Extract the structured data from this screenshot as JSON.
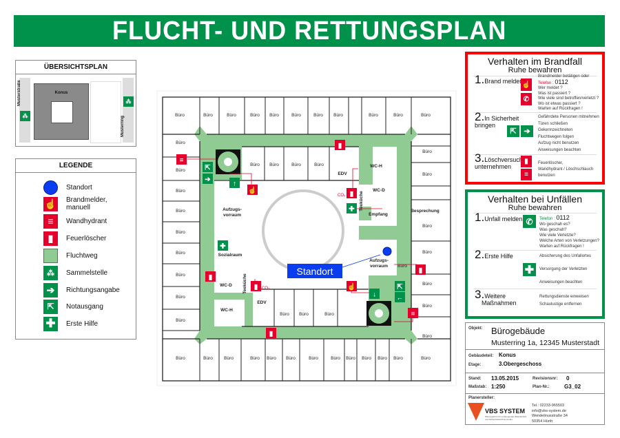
{
  "header": {
    "title": "FLUCHT- UND RETTUNGSPLAN"
  },
  "overview": {
    "title": "ÜBERSICHTSPLAN",
    "building": "Konus",
    "street_left": "Musterstraße",
    "street_right": "Musterring"
  },
  "legend": {
    "title": "LEGENDE",
    "items": [
      {
        "label": "Standort",
        "icon": "location-dot"
      },
      {
        "label": "Brandmelder, manuell",
        "icon": "fire-alarm-sign"
      },
      {
        "label": "Wandhydrant",
        "icon": "wall-hydrant-sign"
      },
      {
        "label": "Feuerlöscher",
        "icon": "fire-extinguisher-sign"
      },
      {
        "label": "Fluchtweg",
        "icon": "escape-route-swatch"
      },
      {
        "label": "Sammelstelle",
        "icon": "assembly-point-sign"
      },
      {
        "label": "Richtungsangabe",
        "icon": "direction-arrow-sign"
      },
      {
        "label": "Notausgang",
        "icon": "emergency-exit-sign"
      },
      {
        "label": "Erste Hilfe",
        "icon": "first-aid-sign"
      }
    ]
  },
  "fire": {
    "title": "Verhalten im Brandfall",
    "subtitle": "Ruhe bewahren",
    "s1": {
      "num": "1.",
      "label": "Brand melden",
      "pre": "Brandmelder betätigen oder",
      "tel_label": "Telefon :",
      "tel": "0112",
      "q": [
        "Wer meldet ?",
        "Was ist passiert ?",
        "Wie viele sind betroffen/verletzt ?",
        "Wo ist etwas passiert ?",
        "Warten auf Rückfragen !"
      ]
    },
    "s2": {
      "num": "2.",
      "label1": "In Sicherheit",
      "label2": "bringen",
      "lines": [
        "Gefährdete Personen mitnehmen",
        "Türen schließen",
        "Gekennzeichneten",
        "Fluchtwegen folgen",
        "Aufzug nicht benutzen",
        "Anweisungen beachten"
      ]
    },
    "s3": {
      "num": "3.",
      "label1": "Löschversuch",
      "label2": "unternehmen",
      "lines": [
        "Feuerlöscher,",
        "Wandhydrant / Löschschlauch",
        "benutzen"
      ]
    }
  },
  "accident": {
    "title": "Verhalten bei Unfällen",
    "subtitle": "Ruhe bewahren",
    "s1": {
      "num": "1.",
      "label": "Unfall melden",
      "tel_label": "Telefon :",
      "tel": "0112",
      "q": [
        "Wo geschah es?",
        "Was geschah?",
        "Wie viele Verletzte?",
        "Welche Arten von Verletzungen?",
        "Warten auf Rückfragen !"
      ]
    },
    "s2": {
      "num": "2.",
      "label": "Erste Hilfe",
      "lines": [
        "Absicherung des Unfallortes",
        "Versorgung der Verletzten",
        "Anweisungen beachten"
      ]
    },
    "s3": {
      "num": "3.",
      "label1": "Weitere",
      "label2": "Maßnahmen",
      "lines": [
        "Rettungsdienste einweisen",
        "Schaulustige entfernen"
      ]
    }
  },
  "info": {
    "objekt_label": "Objekt:",
    "objekt": "Bürogebäude",
    "address": "Musterring 1a, 12345 Musterstadt",
    "gebaeude_label": "Gebäudeteil:",
    "gebaeude": "Konus",
    "etage_label": "Etage:",
    "etage": "3.Obergeschoss",
    "stand_label": "Stand:",
    "stand": "13.05.2015",
    "rev_label": "Revisionsnr:",
    "rev": "0",
    "massstab_label": "Maßstab:",
    "massstab": "1:250",
    "plan_label": "Plan-Nr.:",
    "plan": "G3_02",
    "planer_label": "Planersteller:",
    "logo": "VBS SYSTEM",
    "logo_sub": "Planungsbüro für vorbeugenden Brandschutz und Sicherheitstechnik GmbH",
    "tel": "Tel.: 02233-965503",
    "mail": "info@vbs-system.de",
    "street": "Wendelinusstraße 34",
    "city": "50354 Hürth"
  },
  "plan": {
    "standort": "Standort",
    "co2": "CO₂",
    "labels": {
      "buero": "Büro",
      "edv": "EDV",
      "wch": "WC-H",
      "wcd": "WC-D",
      "tee": "Teeküche",
      "empfang": "Empfang",
      "bespr": "Besprechung",
      "sozial": "Sozialraum",
      "aufz1": "Aufzugs-",
      "aufz2": "vorraum"
    }
  },
  "colors": {
    "green": "#00914a",
    "red": "#e4002b",
    "route": "#8fcb93",
    "blue": "#0a3cf0"
  }
}
